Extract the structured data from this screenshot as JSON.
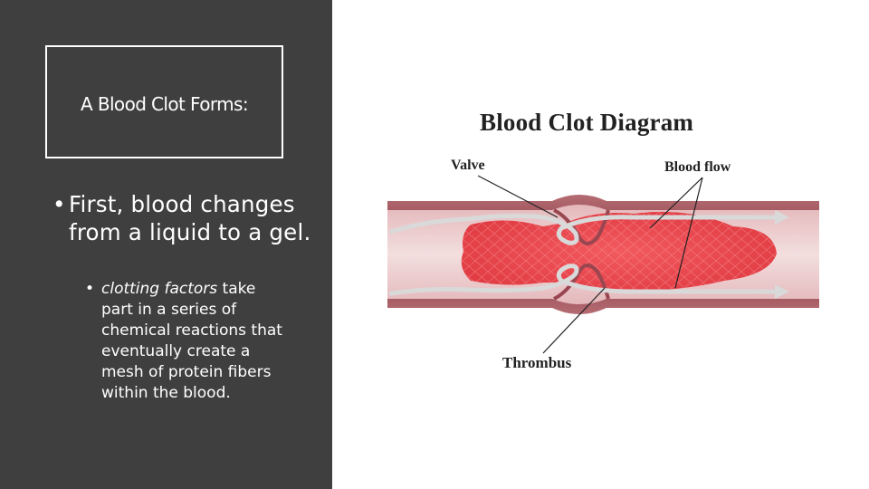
{
  "slide": {
    "title": "A Blood Clot Forms:",
    "bullet_main": "First, blood changes from a liquid to a gel.",
    "bullet_sub_em": "clotting factors",
    "bullet_sub_rest": " take part in a series of chemical reactions that eventually create a mesh of protein fibers within the blood.",
    "bullet_glyph": "•"
  },
  "diagram": {
    "title": "Blood Clot Diagram",
    "label_valve": "Valve",
    "label_flow": "Blood flow",
    "label_thrombus": "Thrombus"
  },
  "colors": {
    "panel": "#3f3f3f",
    "vessel_wall": "#8c3a43",
    "vessel_inner": "#e9c9c9",
    "clot": "#ea4a4f",
    "flow_arrow": "#d9d9d9"
  }
}
